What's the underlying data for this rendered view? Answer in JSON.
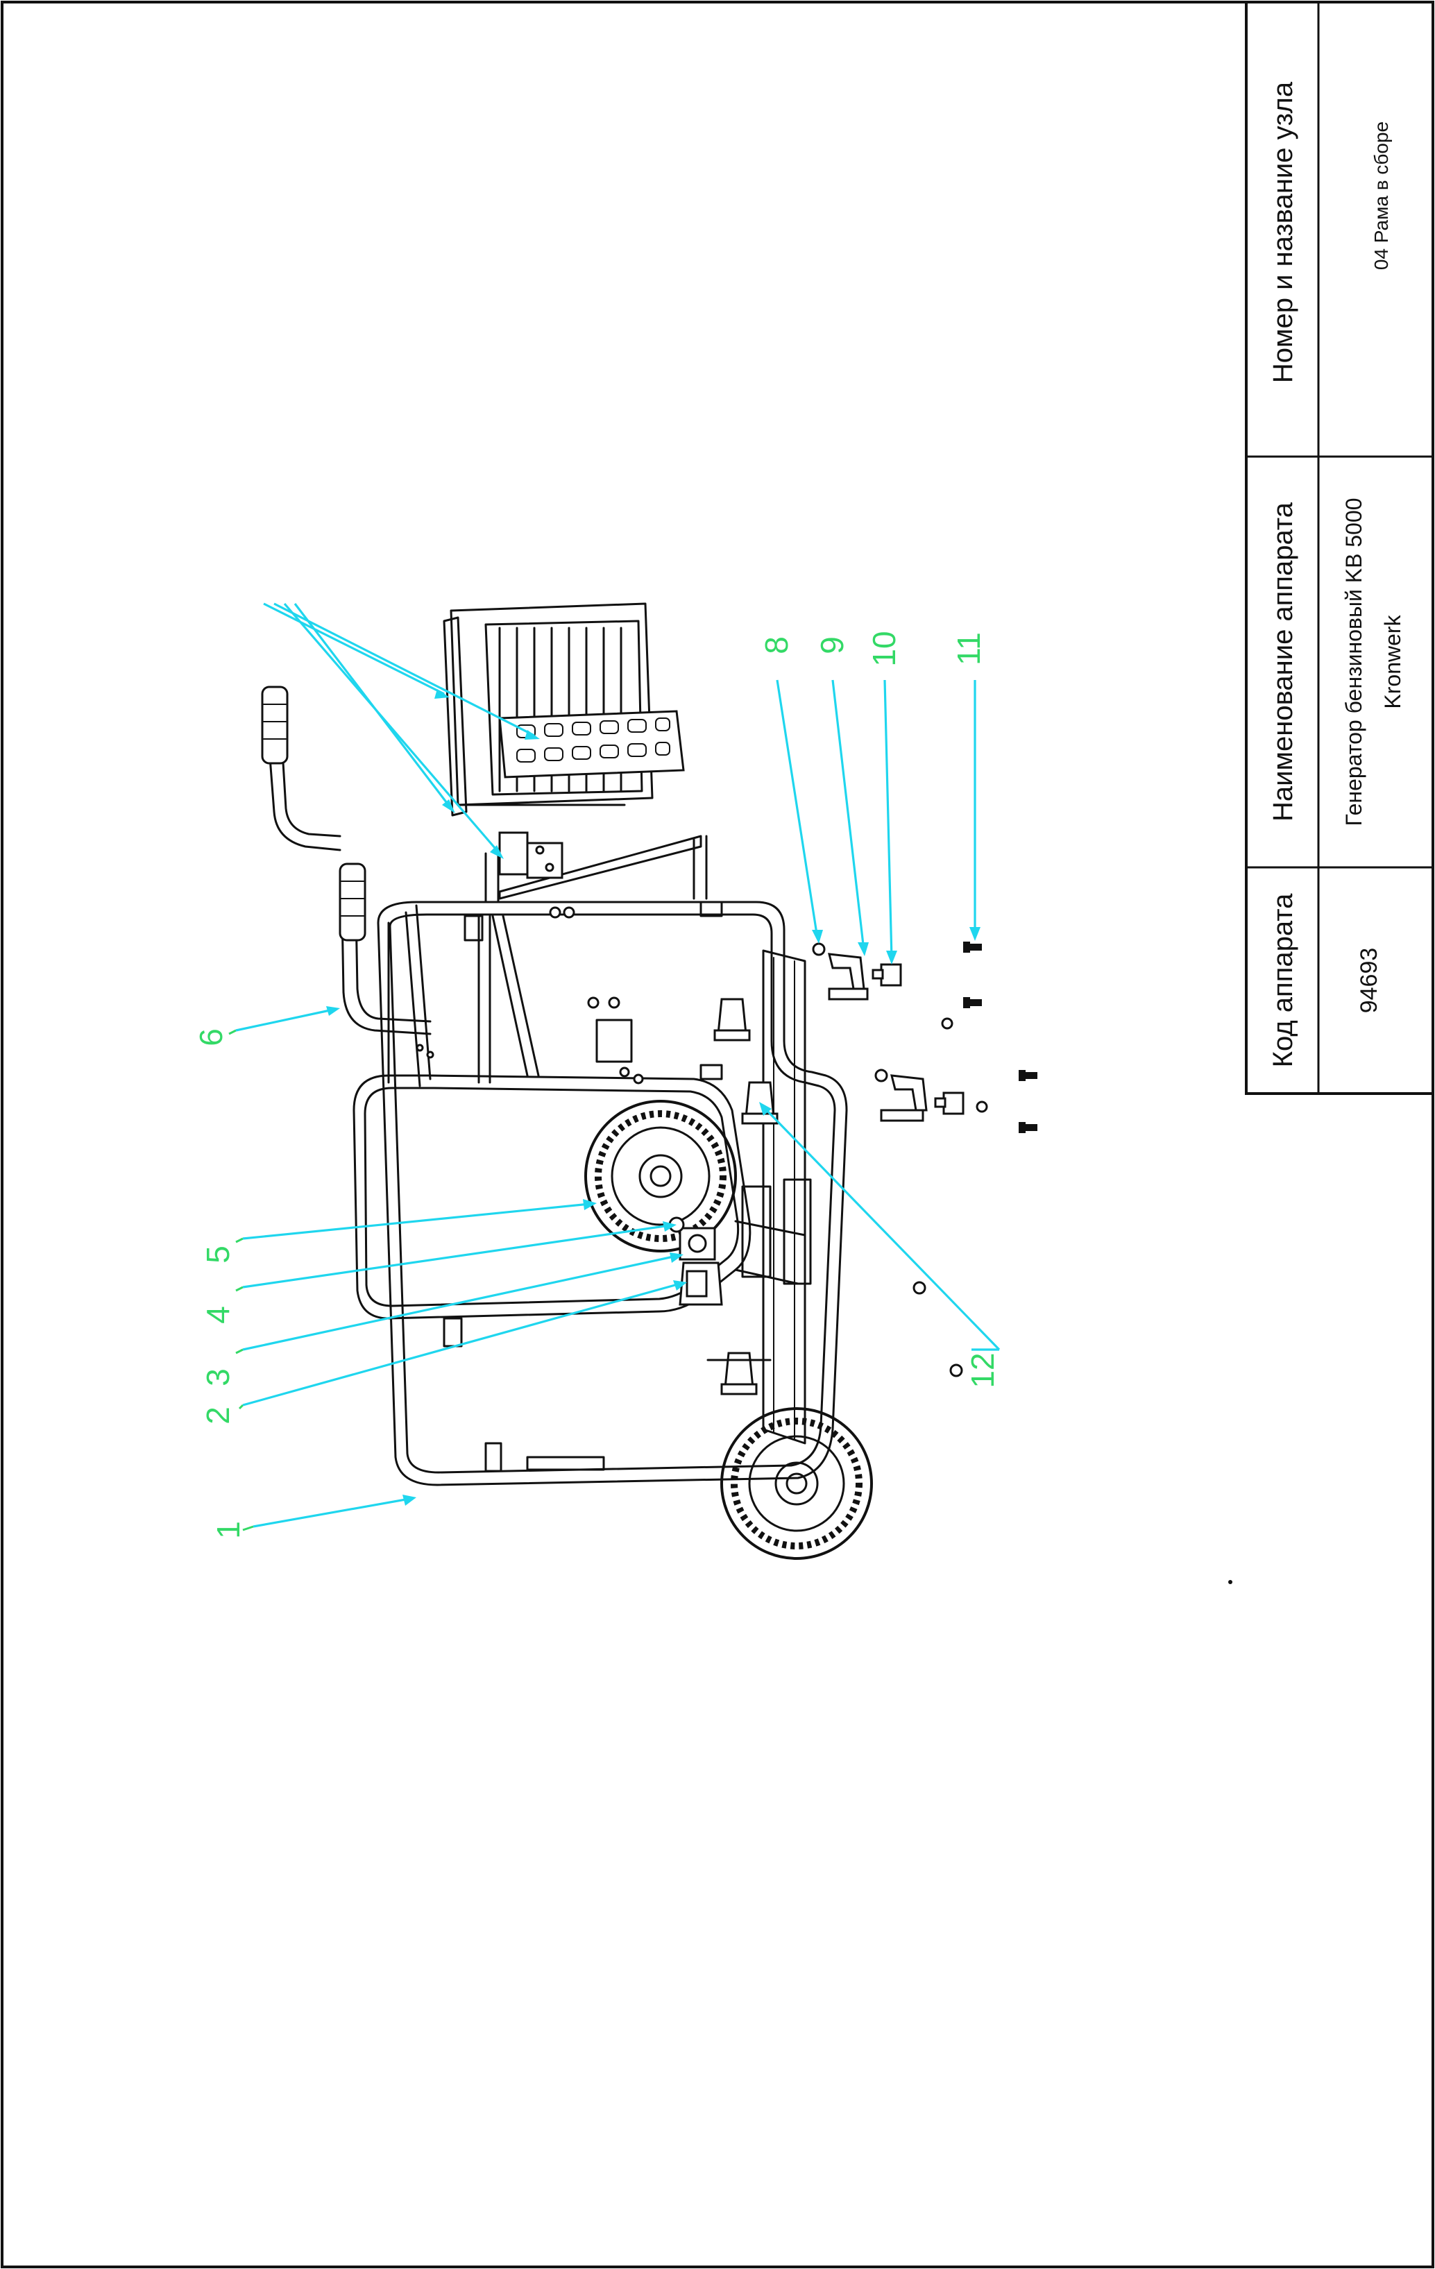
{
  "title_block": {
    "code_header": "Код аппарата",
    "code_value": "94693",
    "device_header": "Наименование аппарата",
    "device_value_line1": "Генератор бензиновый KB 5000",
    "device_value_line2": "Kronwerk",
    "node_header": "Номер и название узла",
    "node_value": "04 Рама в сборе"
  },
  "callouts": {
    "c1": "1",
    "c2": "2",
    "c3": "3",
    "c4": "4",
    "c5": "5",
    "c6": "6",
    "c8": "8",
    "c9": "9",
    "c10": "10",
    "c11": "11",
    "c12": "12"
  },
  "colors": {
    "leader": "#1fd6ee",
    "callout_text": "#33d966",
    "ink": "#111111"
  }
}
